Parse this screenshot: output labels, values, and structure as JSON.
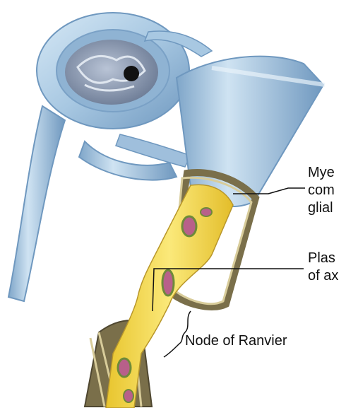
{
  "figure": {
    "labels": {
      "myelin_sheath": [
        "Mye",
        "com",
        "glial"
      ],
      "plasma_membrane": [
        "Plas",
        "of ax"
      ],
      "node_of_ranvier": "Node of Ranvier"
    },
    "colors": {
      "glial_cell": "#9fc3df",
      "glial_cell_dark": "#6f98bf",
      "nucleus": "#7f8ea6",
      "axoplasm": "#f2d94a",
      "myelin_layers": "#7a6f4a",
      "organelles": "#b8608a",
      "leader_line": "#111111"
    }
  }
}
